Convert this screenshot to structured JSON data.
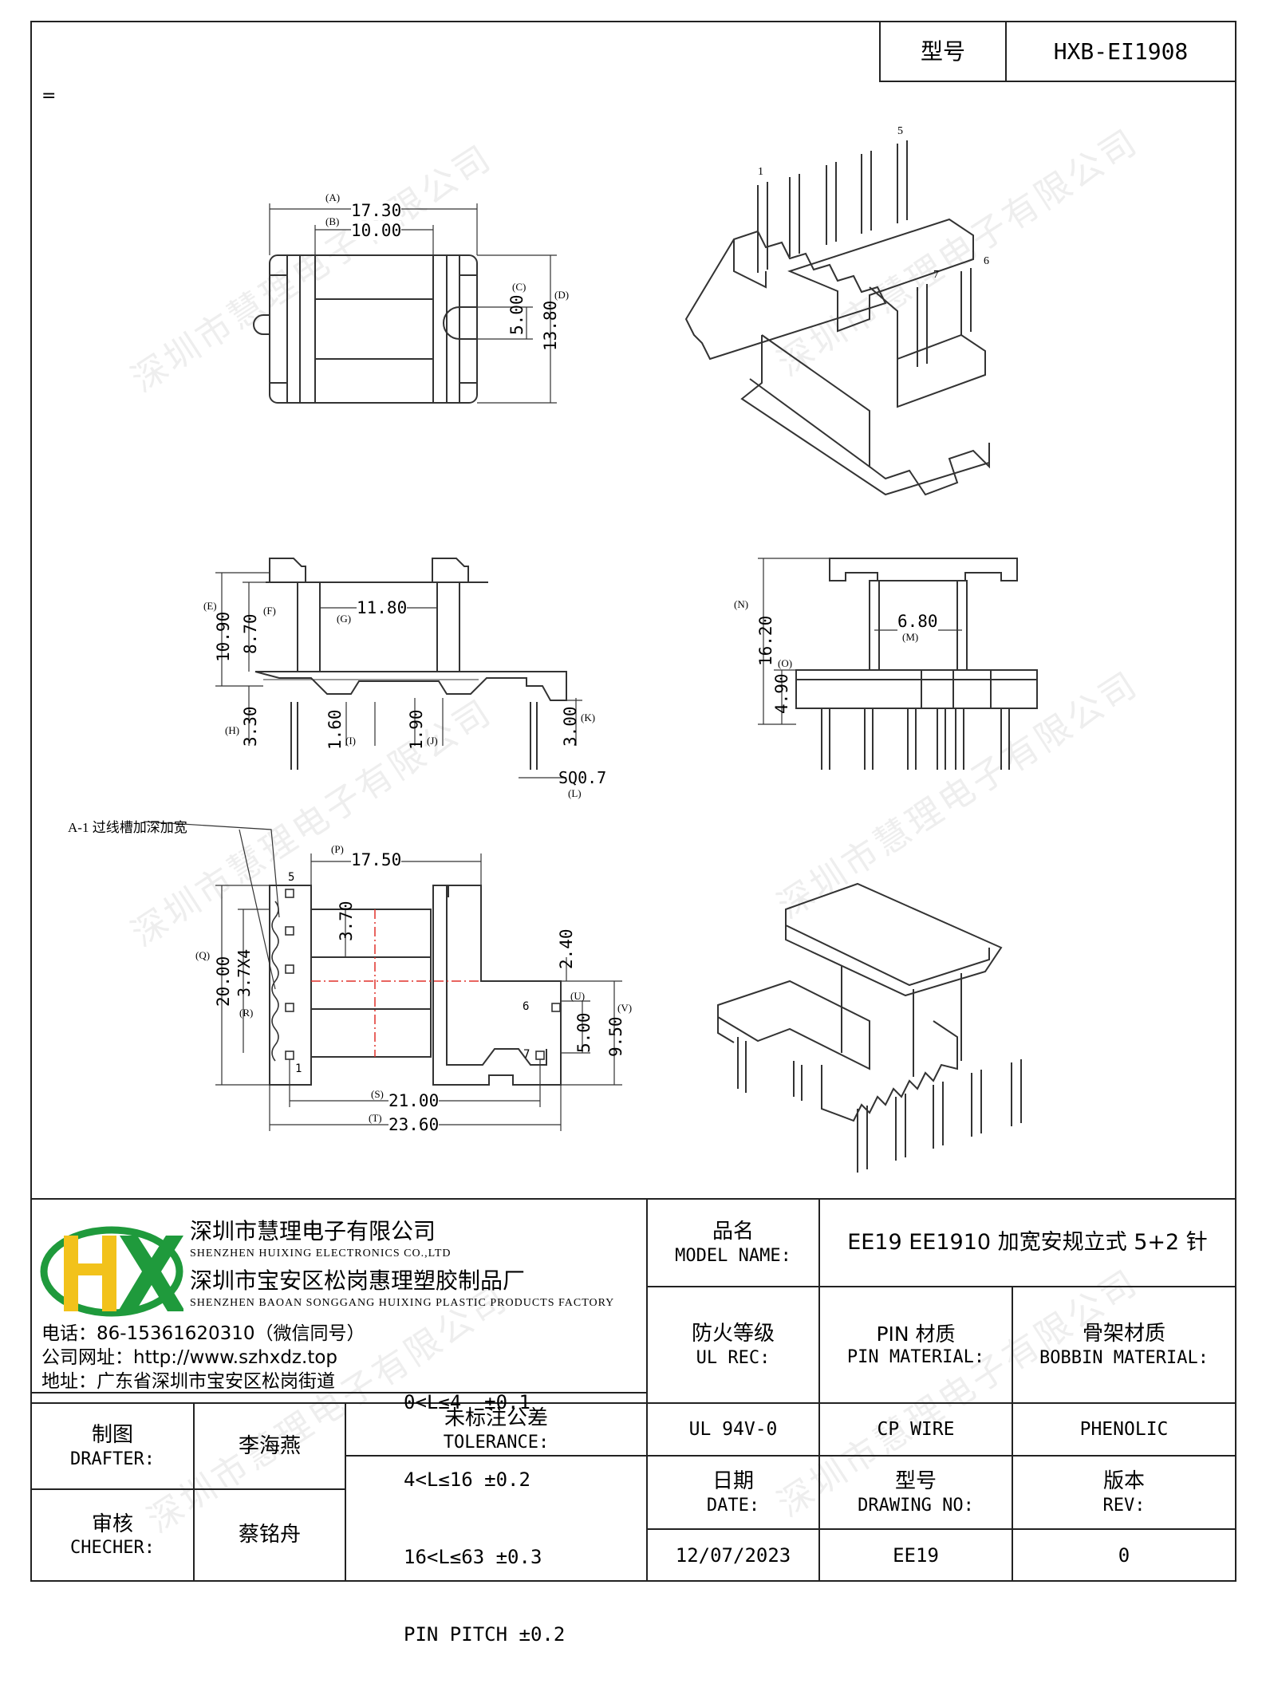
{
  "header": {
    "model_label": "型号",
    "model_value": "HXB-EI1908",
    "stray_mark": "="
  },
  "drawing": {
    "top_view": {
      "A_tag": "(A)",
      "A": "17.30",
      "B_tag": "(B)",
      "B": "10.00",
      "C_tag": "(C)",
      "C": "5.00",
      "D_tag": "(D)",
      "D": "13.80"
    },
    "front_view": {
      "E_tag": "(E)",
      "E": "10.90",
      "F_tag": "(F)",
      "F": "8.70",
      "G_tag": "(G)",
      "G": "11.80",
      "H_tag": "(H)",
      "H": "3.30",
      "I_tag": "(I)",
      "I": "1.60",
      "J_tag": "(J)",
      "J": "1.90",
      "K_tag": "(K)",
      "K": "3.00",
      "L_tag": "(L)",
      "L": "SQ0.7"
    },
    "side_view": {
      "M_tag": "(M)",
      "M": "6.80",
      "N_tag": "(N)",
      "N": "16.20",
      "O_tag": "(O)",
      "O": "4.90"
    },
    "bottom_view": {
      "note": "A-1 过线槽加深加宽",
      "P_tag": "(P)",
      "P": "17.50",
      "Q_tag": "(Q)",
      "Q": "20.00",
      "R_tag": "(R)",
      "R": "3.7X4",
      "slot": "3.70",
      "gap": "2.40",
      "S_tag": "(S)",
      "S": "21.00",
      "T_tag": "(T)",
      "T": "23.60",
      "U_tag": "(U)",
      "U": "5.00",
      "V_tag": "(V)",
      "V": "9.50",
      "pin_labels": [
        "5",
        "1",
        "6",
        "7"
      ]
    },
    "iso_pins": [
      "1",
      "5",
      "7",
      "6"
    ]
  },
  "company": {
    "name_cn": "深圳市慧理电子有限公司",
    "name_en": "SHENZHEN HUIXING ELECTRONICS CO.,LTD",
    "factory_cn": "深圳市宝安区松岗惠理塑胶制品厂",
    "factory_en": "SHENZHEN BAOAN SONGGANG HUIXING PLASTIC PRODUCTS FACTORY",
    "phone": "电话：86-15361620310（微信同号）",
    "website": "公司网址：http://www.szhxdz.top",
    "address": "地址：广东省深圳市宝安区松岗街道",
    "colors": {
      "green": "#1f9a3c",
      "yellow": "#f2c21b"
    }
  },
  "watermark": "深圳市慧理电子有限公司",
  "title_block": {
    "model_name_cn": "品名",
    "model_name_en": "MODEL NAME:",
    "model_name_value": "EE19 EE1910 加宽安规立式 5+2 针",
    "ul_cn": "防火等级",
    "ul_en": "UL REC:",
    "pin_mat_cn": "PIN 材质",
    "pin_mat_en": "PIN MATERIAL:",
    "bobbin_cn": "骨架材质",
    "bobbin_en": "BOBBIN MATERIAL:",
    "ul_value": "UL 94V-0",
    "pin_value": "CP WIRE",
    "bobbin_value": "PHENOLIC",
    "drafter_cn": "制图",
    "drafter_en": "DRAFTER:",
    "drafter_name": "李海燕",
    "checker_cn": "审核",
    "checker_en": "CHECHER:",
    "checker_name": "蔡铭舟",
    "tol_cn": "未标注公差",
    "tol_en": "TOLERANCE:",
    "tol_lines": [
      "0<L≤4  ±0.1",
      "4<L≤16 ±0.2",
      "16<L≤63 ±0.3",
      "PIN PITCH ±0.2"
    ],
    "date_cn": "日期",
    "date_en": "DATE:",
    "date_value": "12/07/2023",
    "drawing_no_cn": "型号",
    "drawing_no_en": "DRAWING NO:",
    "drawing_no_value": "EE19",
    "rev_cn": "版本",
    "rev_en": "REV:",
    "rev_value": "0"
  }
}
